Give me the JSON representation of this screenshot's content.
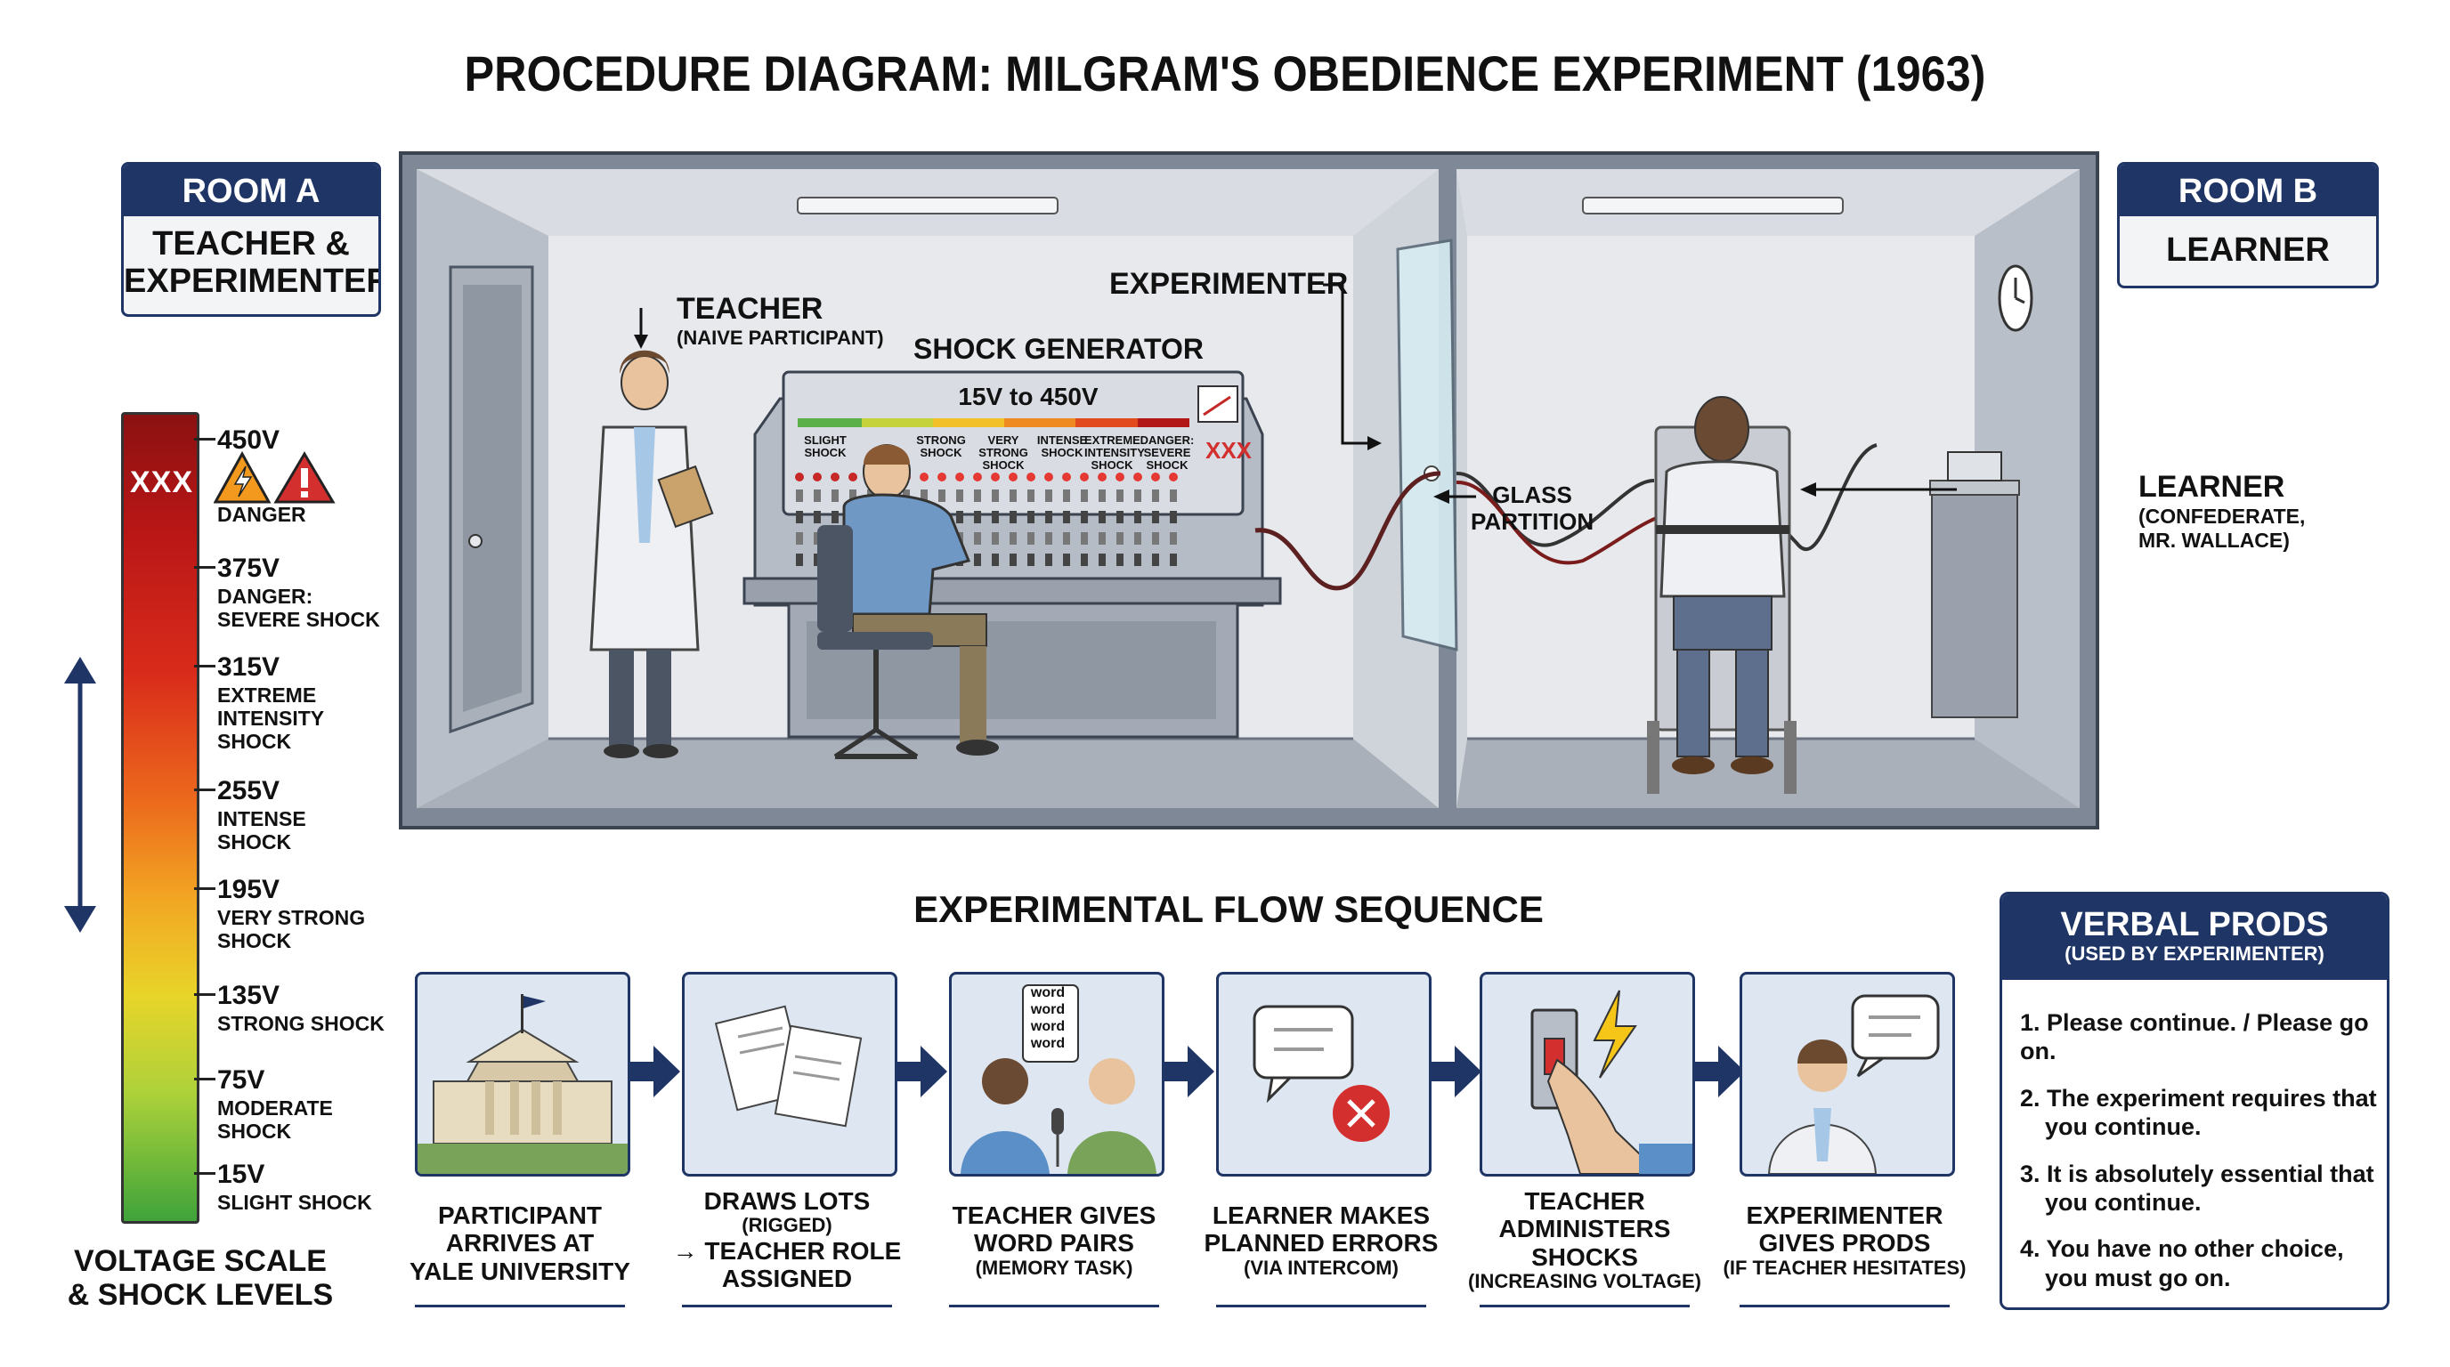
{
  "title": "PROCEDURE DIAGRAM: MILGRAM'S OBEDIENCE EXPERIMENT (1963)",
  "room_a": {
    "header": "ROOM A",
    "line1": "TEACHER &",
    "line2": "EXPERIMENTER"
  },
  "room_b": {
    "header": "ROOM B",
    "body": "LEARNER"
  },
  "voltage_scale": {
    "caption_line1": "VOLTAGE SCALE",
    "caption_line2": "& SHOCK LEVELS",
    "xxx": "XXX",
    "levels": [
      {
        "voltage": "450V",
        "desc": [
          "DANGER"
        ]
      },
      {
        "voltage": "375V",
        "desc": [
          "DANGER:",
          "SEVERE SHOCK"
        ]
      },
      {
        "voltage": "315V",
        "desc": [
          "EXTREME",
          "INTENSITY",
          "SHOCK"
        ]
      },
      {
        "voltage": "255V",
        "desc": [
          "INTENSE",
          "SHOCK"
        ]
      },
      {
        "voltage": "195V",
        "desc": [
          "VERY STRONG",
          "SHOCK"
        ]
      },
      {
        "voltage": "135V",
        "desc": [
          "STRONG SHOCK"
        ]
      },
      {
        "voltage": "75V",
        "desc": [
          "MODERATE",
          "SHOCK"
        ]
      },
      {
        "voltage": "15V",
        "desc": [
          "SLIGHT SHOCK"
        ]
      }
    ]
  },
  "scene": {
    "teacher_label": "TEACHER",
    "teacher_sub": "(NAIVE PARTICIPANT)",
    "experimenter_label": "EXPERIMENTER",
    "generator_label": "SHOCK GENERATOR",
    "generator_range": "15V to 450V",
    "generator_bands": [
      "SLIGHT SHOCK",
      "STRONG SHOCK",
      "VERY STRONG SHOCK",
      "INTENSE SHOCK",
      "EXTREME INTENSITY SHOCK",
      "DANGER: SEVERE SHOCK"
    ],
    "generator_xxx": "XXX",
    "glass_line1": "GLASS",
    "glass_line2": "PARTITION",
    "learner_label": "LEARNER",
    "learner_sub1": "(CONFEDERATE,",
    "learner_sub2": "MR. WALLACE)"
  },
  "flow": {
    "title": "EXPERIMENTAL FLOW SEQUENCE",
    "word_bubble": [
      "word",
      "word",
      "word",
      "word"
    ],
    "steps": [
      {
        "icon": "university-icon",
        "lines": [
          "PARTICIPANT",
          "ARRIVES AT",
          "YALE UNIVERSITY"
        ],
        "small": ""
      },
      {
        "icon": "papers-icon",
        "lines": [
          "DRAWS LOTS"
        ],
        "small": "(RIGGED)",
        "after": [
          "→ TEACHER ROLE",
          "ASSIGNED"
        ]
      },
      {
        "icon": "two-men-icon",
        "lines": [
          "TEACHER GIVES",
          "WORD PAIRS"
        ],
        "small": "(MEMORY TASK)"
      },
      {
        "icon": "speech-error-icon",
        "lines": [
          "LEARNER MAKES",
          "PLANNED ERRORS"
        ],
        "small": "(VIA INTERCOM)"
      },
      {
        "icon": "shock-button-icon",
        "lines": [
          "TEACHER",
          "ADMINISTERS",
          "SHOCKS"
        ],
        "small": "(INCREASING VOLTAGE)"
      },
      {
        "icon": "experimenter-speech-icon",
        "lines": [
          "EXPERIMENTER",
          "GIVES PRODS"
        ],
        "small": "(IF TEACHER HESITATES)"
      }
    ]
  },
  "prods": {
    "title": "VERBAL PRODS",
    "subtitle": "(USED BY EXPERIMENTER)",
    "items": [
      [
        "1. Please continue. / Please go on."
      ],
      [
        "2. The experiment requires that",
        "you continue."
      ],
      [
        "3. It is absolutely essential that",
        "you continue."
      ],
      [
        "4. You have no other choice,",
        "you must go on."
      ]
    ]
  },
  "colors": {
    "navy": "#1f3566",
    "danger_red": "#d32f2f",
    "scale_top": "#8b1111",
    "scale_bottom": "#3fa33a"
  }
}
